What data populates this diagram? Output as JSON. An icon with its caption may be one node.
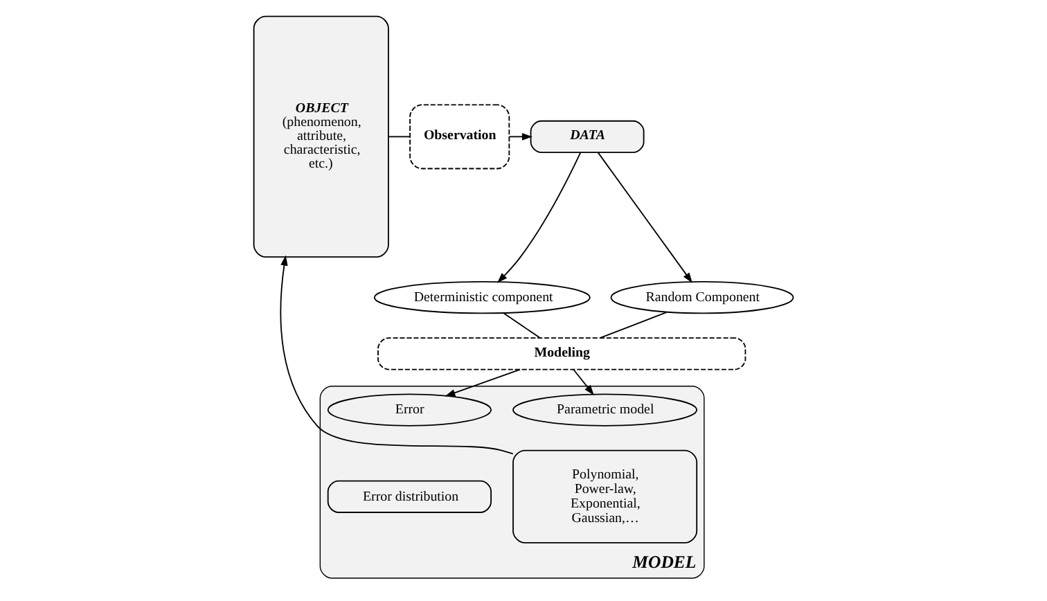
{
  "diagram": {
    "nodes": [
      {
        "text": [
          "OBJECT",
          "(phenomenon, attribute, characteristic, etc.)"
        ]
      },
      {
        "text": [
          "Observation"
        ]
      },
      {
        "text": [
          "DATA"
        ]
      },
      {
        "text": [
          "Deterministic component"
        ]
      },
      {
        "text": [
          "Random Component"
        ]
      },
      {
        "text": [
          "Modeling"
        ]
      },
      {
        "text": [
          "MODEL"
        ]
      },
      {
        "text": [
          "Parametric model"
        ],
        "in": 6
      },
      {
        "text": [
          "Polynomial, Power-law, Exponential, Gaussian,…"
        ],
        "in": 6
      },
      {
        "text": [
          "Error"
        ],
        "in": 6
      },
      {
        "text": [
          "Error distribution"
        ],
        "in": 6
      }
    ],
    "edges": [
      {
        "from": 0,
        "to": 1,
        "arrow": "none"
      },
      {
        "from": 1,
        "to": 2,
        "arrow": "to"
      },
      {
        "from": 2,
        "to": 3,
        "arrow": "to"
      },
      {
        "from": 2,
        "to": 4,
        "arrow": "to"
      },
      {
        "from": 3,
        "to": 5,
        "arrow": "none"
      },
      {
        "from": 4,
        "to": 5,
        "arrow": "none"
      },
      {
        "from": 5,
        "to": 7,
        "arrow": "to"
      },
      {
        "from": 5,
        "to": 9,
        "arrow": "to"
      },
      {
        "from": 8,
        "to": 0,
        "arrow": "to"
      }
    ]
  }
}
